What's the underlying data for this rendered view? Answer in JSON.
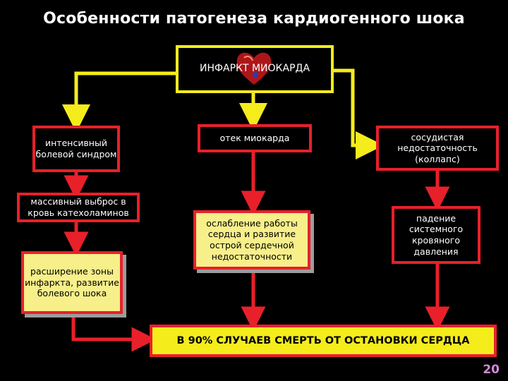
{
  "title": "Особенности патогенеза кардиогенного шока",
  "boxes": {
    "infarct": "ИНФАРКТ МИОКАРДА",
    "pain_syndrome": "интенсивный болевой синдром",
    "catecholamines": "массивный выброс в кровь катехоламинов",
    "infarct_expansion": "расширение зоны инфаркта, развитие болевого шока",
    "edema": "отек миокарда",
    "heart_weakening": "ослабление работы сердца и развитие острой сердечной недостаточности",
    "vascular_failure": "сосудистая недостаточность (коллапс)",
    "pressure_drop": "падение системного кровяного давления",
    "outcome": "В 90% СЛУЧАЕВ СМЕРТЬ ОТ ОСТАНОВКИ СЕРДЦА"
  },
  "slide_number": "20",
  "colors": {
    "arrow_yellow": "#f5ec1c",
    "arrow_red": "#e8202a",
    "box_yellow": "#f7ef8a",
    "background": "#000000"
  }
}
